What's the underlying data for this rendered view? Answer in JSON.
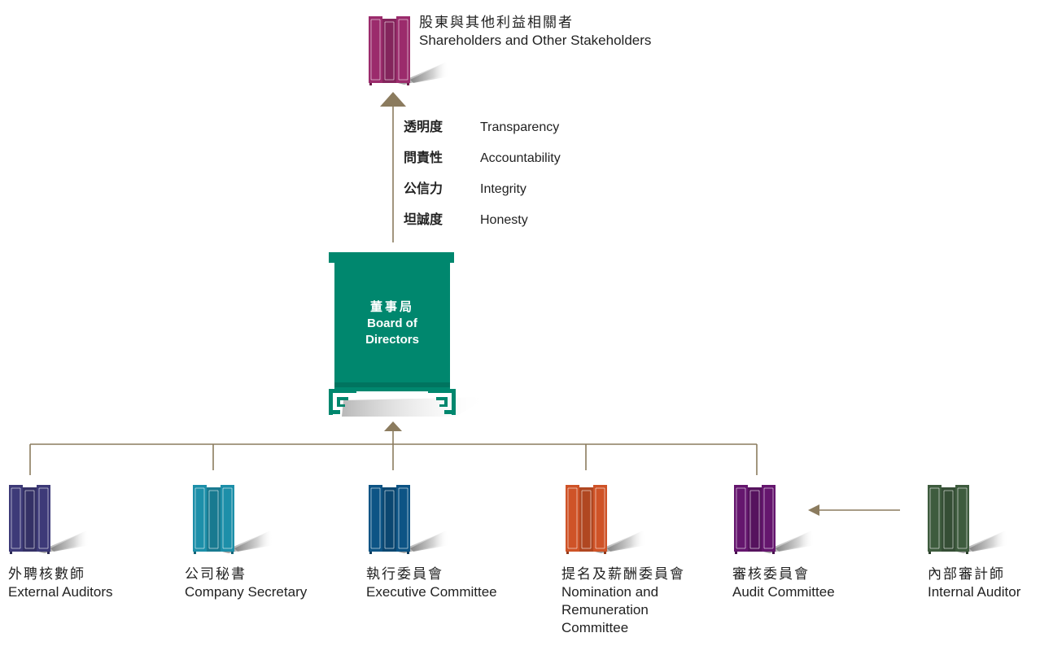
{
  "colors": {
    "connector": "#8b7b5e",
    "board": "#00876e",
    "shareholders": "#9b2b6c",
    "external_auditors": "#3d3a78",
    "company_secretary": "#1d8fa9",
    "executive_committee": "#0d5485",
    "nomination_committee": "#cf5327",
    "audit_committee": "#65166e",
    "internal_auditor": "#3e5c3e"
  },
  "top": {
    "zh": "股東與其他利益相關者",
    "en": "Shareholders and Other Stakeholders",
    "icon": "folding-screen-icon"
  },
  "values": [
    {
      "zh": "透明度",
      "en": "Transparency"
    },
    {
      "zh": "問責性",
      "en": "Accountability"
    },
    {
      "zh": "公信力",
      "en": "Integrity"
    },
    {
      "zh": "坦誠度",
      "en": "Honesty"
    }
  ],
  "board": {
    "zh": "董事局",
    "en_line1": "Board of",
    "en_line2": "Directors",
    "icon": "cabinet-icon"
  },
  "nodes": [
    {
      "key": "external_auditors",
      "zh": "外聘核數師",
      "en": [
        "External Auditors"
      ]
    },
    {
      "key": "company_secretary",
      "zh": "公司秘書",
      "en": [
        "Company Secretary"
      ]
    },
    {
      "key": "executive_committee",
      "zh": "執行委員會",
      "en": [
        "Executive Committee"
      ]
    },
    {
      "key": "nomination_committee",
      "zh": "提名及薪酬委員會",
      "en": [
        "Nomination and",
        "Remuneration",
        "Committee"
      ]
    },
    {
      "key": "audit_committee",
      "zh": "審核委員會",
      "en": [
        "Audit Committee"
      ]
    },
    {
      "key": "internal_auditor",
      "zh": "內部審計師",
      "en": [
        "Internal Auditor"
      ]
    }
  ]
}
